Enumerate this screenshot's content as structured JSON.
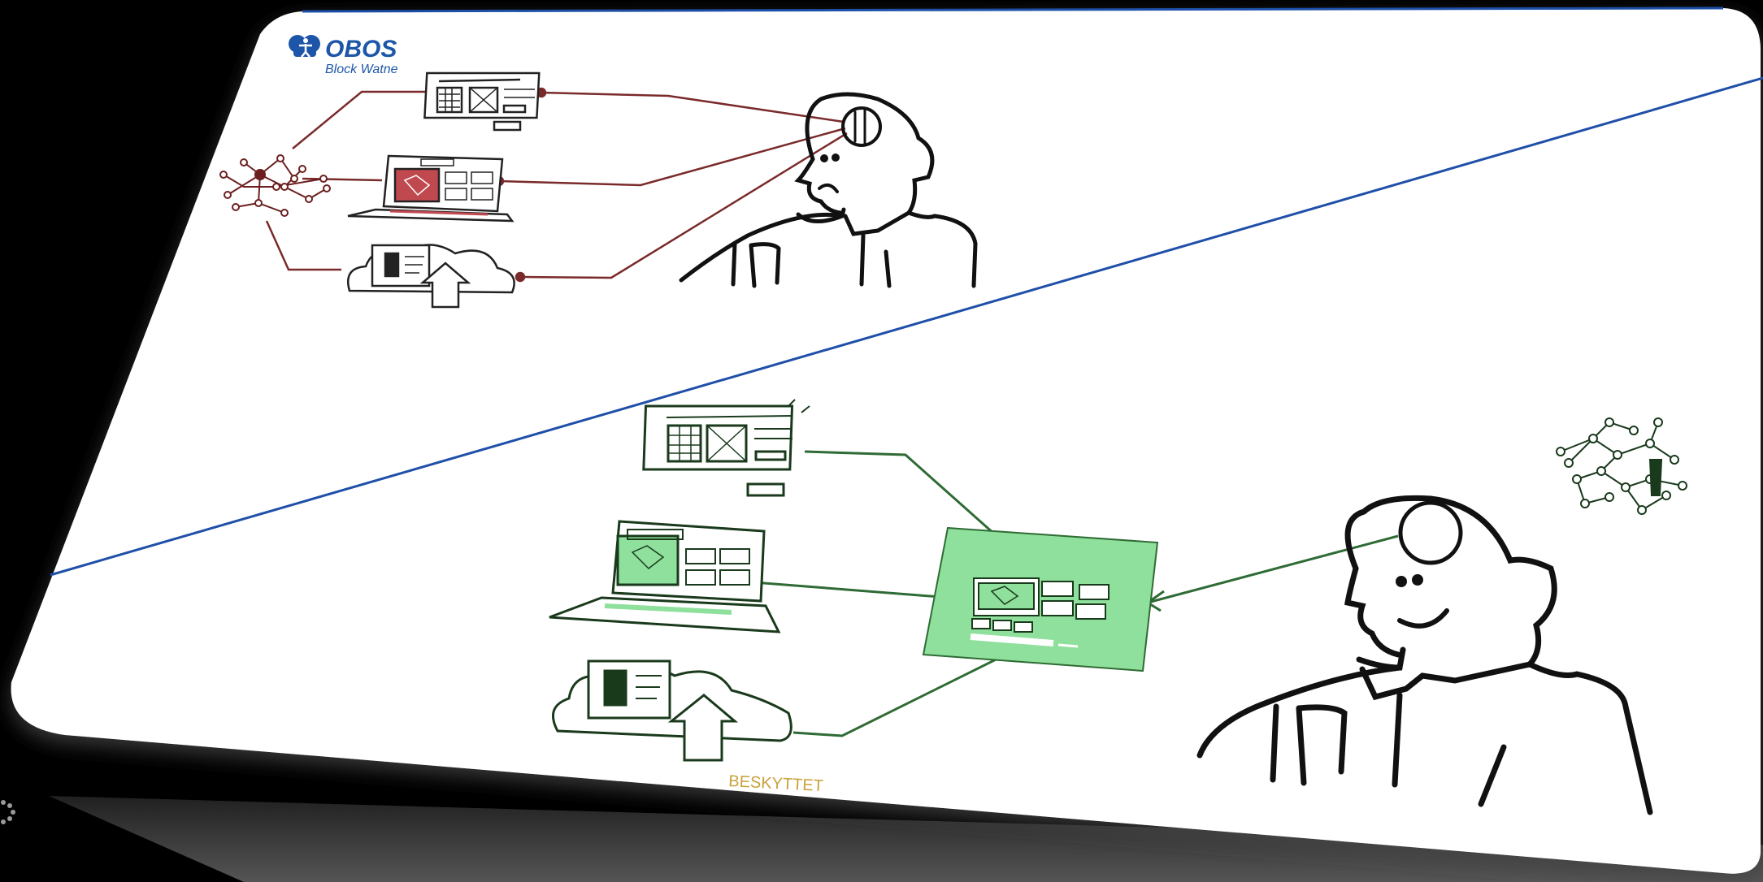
{
  "brand": {
    "name": "OBOS",
    "subtitle": "Block Watne"
  },
  "footer": {
    "classification": "BESKYTTET"
  },
  "colors": {
    "background": "#000000",
    "slide": "#ffffff",
    "divider_line": "#1f4fa8",
    "before_connector": "#7a2a2a",
    "before_fill": "#c0494f",
    "after_connector": "#2f6b35",
    "after_fill": "#8fe09c",
    "ink": "#111111",
    "classification_text": "#c8a23c",
    "brand_blue": "#1d56a8"
  },
  "scenes": {
    "before": {
      "icons": [
        "network-icon",
        "wireframe-document-icon",
        "laptop-dashboard-icon",
        "cloud-upload-icon",
        "person-confused-icon"
      ]
    },
    "after": {
      "icons": [
        "wireframe-document-icon",
        "laptop-dashboard-icon",
        "cloud-upload-icon",
        "integrated-dashboard-icon",
        "network-icon",
        "person-happy-icon"
      ]
    }
  }
}
